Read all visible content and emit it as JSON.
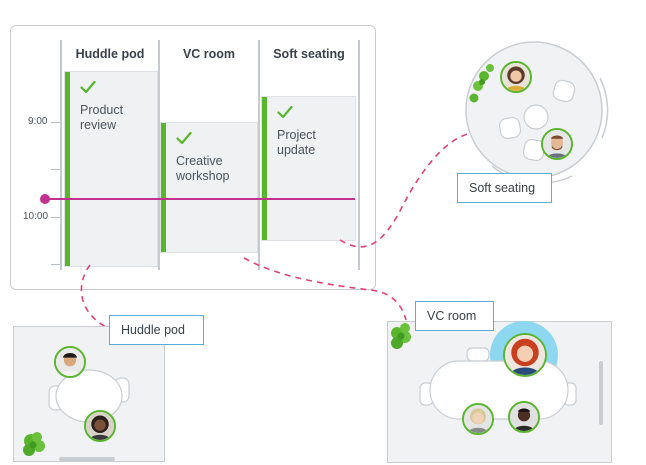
{
  "schedule": {
    "columns": [
      "Huddle pod",
      "VC room",
      "Soft seating"
    ],
    "times": [
      "9:00",
      "10:00"
    ],
    "events": [
      {
        "room": "Huddle pod",
        "title": "Product\nreview"
      },
      {
        "room": "VC room",
        "title": "Creative\nworkshop"
      },
      {
        "room": "Soft seating",
        "title": "Project\nupdate"
      }
    ]
  },
  "rooms": {
    "soft_seating": {
      "label": "Soft seating"
    },
    "huddle_pod": {
      "label": "Huddle pod"
    },
    "vc_room": {
      "label": "VC room"
    }
  },
  "colors": {
    "booked_bar": "#5ab52e",
    "current_time": "#c2318e",
    "connector": "#e0407a",
    "room_tag_border": "#5aaed6",
    "highlight": "#8dd8f0"
  },
  "icons": [
    "check-icon",
    "plant-icon",
    "avatar-icon",
    "chair-icon",
    "table-icon"
  ]
}
